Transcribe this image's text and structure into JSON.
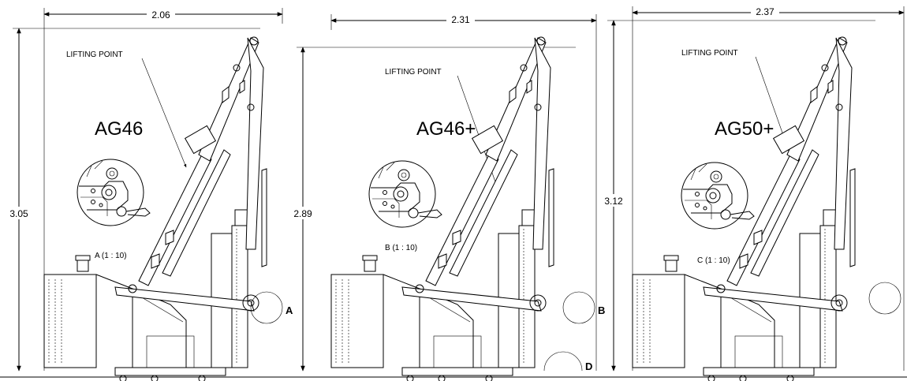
{
  "drawings": [
    {
      "model": "AG46",
      "width_dim": "2.06",
      "height_dim": "3.05",
      "lifting_label": "LIFTING POINT",
      "detail_caption": "A (1 : 10)",
      "detail_marker": "A"
    },
    {
      "model": "AG46+",
      "width_dim": "2.31",
      "height_dim": "2.89",
      "lifting_label": "LIFTING POINT",
      "detail_caption": "B (1 : 10)",
      "detail_marker": "B",
      "extra_marker": "D"
    },
    {
      "model": "AG50+",
      "width_dim": "2.37",
      "height_dim": "3.12",
      "lifting_label": "LIFTING POINT",
      "detail_caption": "C (1 : 10)"
    }
  ]
}
